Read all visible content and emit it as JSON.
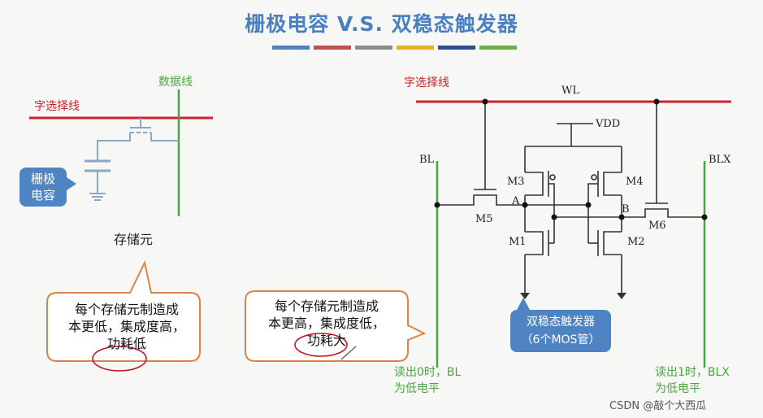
{
  "title": "栅极电容 V.S. 双稳态触发器",
  "title_bar_colors": [
    "#4f81bd",
    "#c0504d",
    "#8c8c8c",
    "#e6b422",
    "#2e4d8f",
    "#6aaf45"
  ],
  "left": {
    "word_line_label": "字选择线",
    "data_line_label": "数据线",
    "gate_cap_badge": [
      "栅极",
      "电容"
    ],
    "cell_label": "存储元",
    "callout": [
      "每个存储元制造成",
      "本更低，集成度高，",
      "功耗低"
    ]
  },
  "right": {
    "word_line_label": "字选择线",
    "wl": "WL",
    "vdd": "VDD",
    "bl": "BL",
    "blx": "BLX",
    "m3": "M3",
    "m4": "M4",
    "m5": "M5",
    "m6": "M6",
    "m1": "M1",
    "m2": "M2",
    "node_a": "A",
    "node_b": "B",
    "badge": [
      "双稳态触发器",
      "（6个MOS管）"
    ],
    "callout": [
      "每个存储元制造成",
      "本更高，集成度低，",
      "功耗大"
    ],
    "read0": [
      "读出0时，BL",
      "为低电平"
    ],
    "read1": [
      "读出1时，BLX",
      "为低电平"
    ]
  },
  "watermark": "CSDN @敲个大西瓜",
  "colors": {
    "red": "#d11f2c",
    "green": "#4aa541",
    "blue": "#4f84c4",
    "wire": "#333333",
    "cap": "#8aa7c4",
    "callout_border": "#d9844a"
  }
}
